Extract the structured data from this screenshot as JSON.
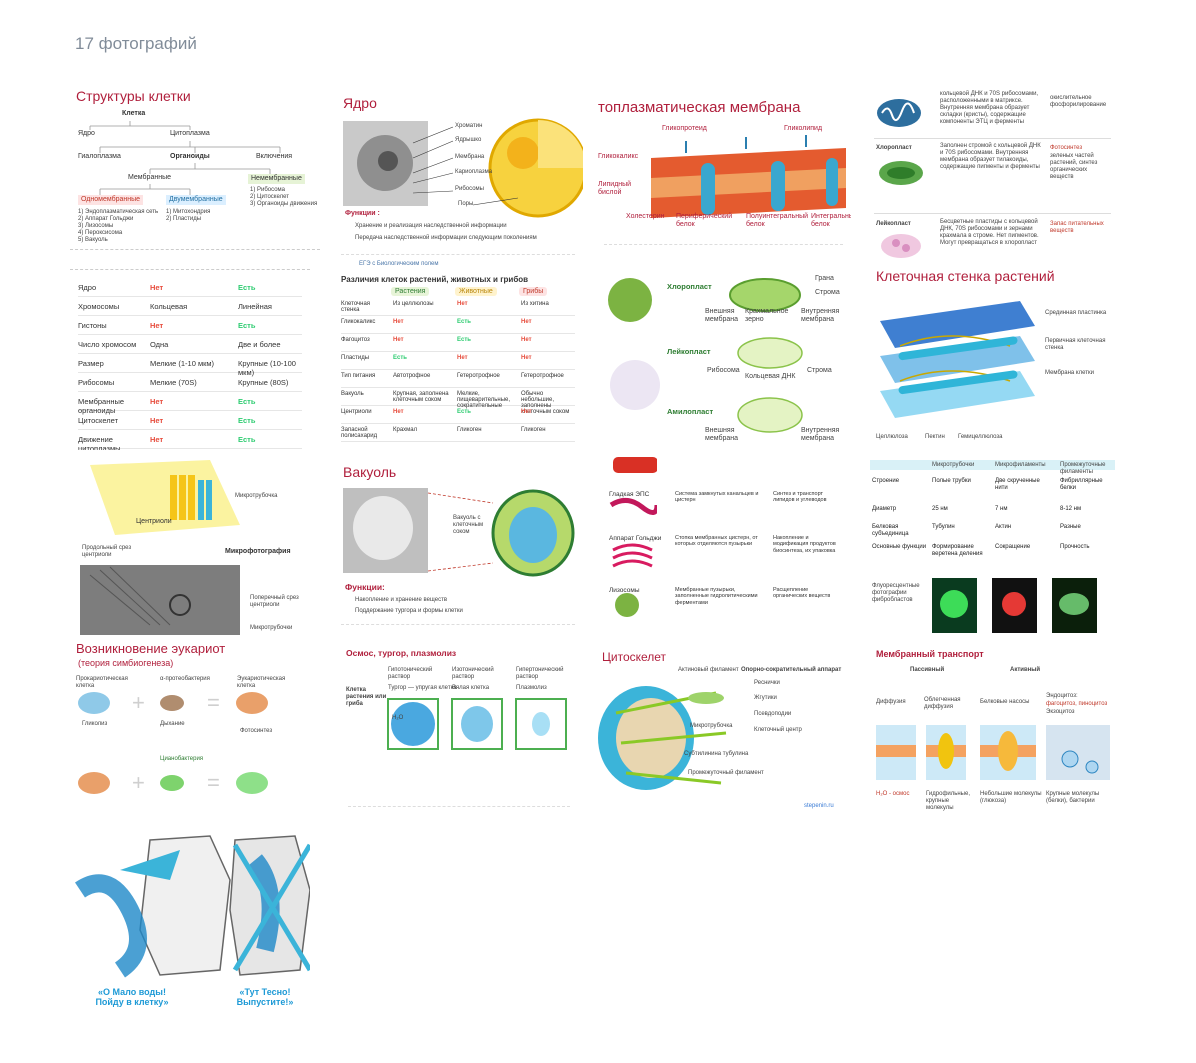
{
  "header": {
    "count_label": "17 фотографий"
  },
  "photos": {
    "p1": {
      "title": "Структуры клетки",
      "cell": "Клетка",
      "nucleus": "Ядро",
      "cytoplasm": "Цитоплазма",
      "hyaloplasm": "Гиалоплазма",
      "organoids": "Органоиды",
      "inclusions": "Включения",
      "membrane": "Мембранные",
      "nonmembrane": "Немембранные",
      "single": "Одномембранные",
      "double": "Двумембранные",
      "single_list": "1) Эндоплазматическая сеть\n2) Аппарат Гольджи\n3) Лизосомы\n4) Пероксисома\n5) Вакуоль",
      "double_list": "1) Митохондрия\n2) Пластиды",
      "non_list": "1) Рибосома\n2) Цитоскелет\n3) Органоиды движения"
    },
    "p2": {
      "title": "Ядро",
      "labels": [
        "Хроматин",
        "Ядрышко",
        "Мембрана",
        "Кариоплазма",
        "Рибосомы",
        "Поры"
      ],
      "functions_title": "Функции :",
      "f1": "Хранение и реализация наследственной информации",
      "f2": "Передача наследственной информации следующим поколениям",
      "footer": "ЕГЭ с Биологическим полем"
    },
    "p3": {
      "title": "топлазматическая мембрана",
      "glycoprotein": "Гликопротеид",
      "glycolipid": "Гликолипид",
      "glycocalyx": "Гликокаликс",
      "bilayer": "Липидный бислой",
      "cholesterol": "Холестерин",
      "peripheral": "Периферический белок",
      "semi": "Полуинтегральный белок",
      "integral": "Интегральный белок"
    },
    "p4": {
      "mito_text": "кольцевой ДНК и 70S рибосомами, расположенными в матриксе.\nВнутренняя мембрана образует складки (кристы), содержащие компоненты ЭТЦ и ферменты",
      "right1": "окислительное фосфорилирование",
      "chloro": "Хлоропласт",
      "chloro_text": "Заполнен стромой с кольцевой ДНК и 70S рибосомами.\nВнутренняя мембрана образует тилакоиды, содержащие пигменты и ферменты",
      "photosynthesis": "Фотосинтез",
      "right2": "зеленых частей растений, синтез органических веществ",
      "leuco": "Лейкопласт",
      "leuco_text": "Бесцветные пластиды с кольцевой ДНК, 70S рибосомами и зернами крахмала в строме. Нет пигментов. Могут превращаться в хлоропласт",
      "reserve": "Запас питательных веществ"
    },
    "p5": {
      "rows": [
        [
          "Ядро",
          "Нет",
          "Есть"
        ],
        [
          "Хромосомы",
          "Кольцевая",
          "Линейная"
        ],
        [
          "Гистоны",
          "Нет",
          "Есть"
        ],
        [
          "Число хромосом",
          "Одна",
          "Две и более"
        ],
        [
          "Размер",
          "Мелкие (1-10 мкм)",
          "Крупные (10-100 мкм)"
        ],
        [
          "Рибосомы",
          "Мелкие (70S)",
          "Крупные (80S)"
        ],
        [
          "Мембранные органоиды",
          "Нет",
          "Есть"
        ],
        [
          "Цитоскелет",
          "Нет",
          "Есть"
        ],
        [
          "Движение цитоплазмы",
          "Нет",
          "Есть"
        ]
      ]
    },
    "p6": {
      "title": "Различия клеток растений, животных и грибов",
      "plants": "Растения",
      "animals": "Животные",
      "fungi": "Грибы",
      "rows": [
        [
          "Клеточная стенка",
          "Из целлюлозы",
          "Нет",
          "Из хитина"
        ],
        [
          "Гликокаликс",
          "Нет",
          "Есть",
          "Нет"
        ],
        [
          "Фагоцитоз",
          "Нет",
          "Есть",
          "Нет"
        ],
        [
          "Пластиды",
          "Есть",
          "Нет",
          "Нет"
        ],
        [
          "Тип питания",
          "Автотрофное",
          "Гетеротрофное",
          "Гетеротрофное"
        ],
        [
          "Вакуоль",
          "Крупная, заполнена клеточным соком",
          "Мелкие, пищеварительные, сократительные",
          "Обычно небольшие, заполнены клеточным соком"
        ],
        [
          "Центриоли",
          "Нет",
          "Есть",
          "Нет"
        ],
        [
          "Запасной полисахарид",
          "Крахмал",
          "Гликоген",
          "Гликоген"
        ]
      ]
    },
    "p7": {
      "chloroplast": "Хлоропласт",
      "outer": "Внешняя мембрана",
      "starch": "Крахмальное зерно",
      "inner": "Внутренняя мембрана",
      "grana": "Грана",
      "stroma": "Строма",
      "leucoplast": "Лейкопласт",
      "ribosome": "Рибосома",
      "ring_dna": "Кольцевая ДНК",
      "stroma2": "Строма",
      "amyloplast": "Амилопласт",
      "outer2": "Внешняя мембрана",
      "inner2": "Внутренняя мембрана"
    },
    "p8": {
      "title": "Клеточная стенка растений",
      "labels": [
        "Срединная пластинка",
        "Первичная клеточная стенка",
        "Мембрана клетки"
      ],
      "bottom": [
        "Целлюлоза",
        "Пектин",
        "Гемицеллюлоза"
      ]
    },
    "p9": {
      "label1": "Продольный срез центриоли",
      "label2": "Микротрубочка",
      "label3": "Центриоли",
      "label4": "Микрофотография",
      "label5": "Поперечный срез центриоли",
      "label6": "Микротрубочки"
    },
    "p10": {
      "title": "Вакуоль",
      "label": "Вакуоль с клеточным соком",
      "functions_title": "Функции:",
      "f1": "Накопление и хранение веществ",
      "f2": "Поддержание тургора и формы клетки"
    },
    "p11": {
      "rows": [
        [
          "Гладкая ЭПС",
          "Система замкнутых канальцев и цистерн",
          "Синтез и транспорт липидов и углеводов"
        ],
        [
          "Аппарат Гольджи",
          "Стопка мембранных цистерн, от которых отделяются пузырьки",
          "Накопление и модификация продуктов биосинтеза, их упаковка"
        ],
        [
          "Лизосомы",
          "Мембранные пузырьки, заполненные гидролитическими ферментами",
          "Расщепление органических веществ"
        ]
      ]
    },
    "p12": {
      "headers": [
        "Микротрубочки",
        "Микрофиламенты",
        "Промежуточные филаменты"
      ],
      "rows": [
        [
          "Строение",
          "Полые трубки",
          "Две скрученные нити",
          "Фибриллярные белки"
        ],
        [
          "Диаметр",
          "25 нм",
          "7 нм",
          "8-12 нм"
        ],
        [
          "Белковая субъединица",
          "Тубулин",
          "Актин",
          "Разные"
        ],
        [
          "Основные функции",
          "Формирование веретена деления",
          "Сокращение",
          "Прочность"
        ]
      ],
      "side_text": "Флуоресцентные фотографии фибробластов"
    },
    "p13": {
      "title": "Возникновение эукариот",
      "subtitle": "(теория симбиогенеза)",
      "prokaryote": "Прокариотическая клетка",
      "proteobacteria": "α-протеобактерия",
      "eukaryote": "Эукариотическая клетка",
      "cyanobacteria": "Цианобактерия",
      "glycolysis": "Гликолиз",
      "respiration": "Дыхание",
      "photosynthesis": "Фотосинтез"
    },
    "p14": {
      "title": "Осмос, тургор, плазмолиз",
      "col1": "Гипотонический раствор",
      "col2": "Изотонический раствор",
      "col3": "Гипертонический раствор",
      "row_label": "Клетка растения или гриба",
      "c1": "Тургор — упругая клетка",
      "c2": "Вялая клетка",
      "c3": "Плазмолиз",
      "water": "H₂O"
    },
    "p15": {
      "title": "Цитоскелет",
      "header": "Опорно-сократительный аппарат",
      "items": [
        "Реснички",
        "Жгутики",
        "Псевдоподии",
        "Клеточный центр"
      ],
      "labels": [
        "Актиновый филамент",
        "Микротрубочка",
        "Субтилинина тубулина",
        "Промежуточный филамент"
      ],
      "site": "stepenin.ru"
    },
    "p16": {
      "title": "Мембранный транспорт",
      "passive": "Пассивный",
      "active": "Активный",
      "diffusion": "Диффузия",
      "facilitated": "Облегченная диффузия",
      "pumps": "Белковые насосы",
      "endo": "Эндоцитоз:",
      "endo2": "фагоцитоз, пиноцитоз",
      "exo": "Экзоцитоз",
      "b1": "H₂O - осмос",
      "b2": "Гидрофильные, крупные молекулы",
      "b3": "Небольшие молекулы (глюкоза)",
      "b4": "Крупные молекулы (белки), бактерии"
    },
    "p17": {
      "cap1": "«О Мало воды! Пойду в клетку»",
      "cap2": "«Тут Тесно! Выпустите!»"
    }
  },
  "colors": {
    "accent_red": "#b01f3c",
    "header_gray": "#818c99",
    "link_blue": "#4a76a8",
    "cyan": "#3bb4d9"
  }
}
